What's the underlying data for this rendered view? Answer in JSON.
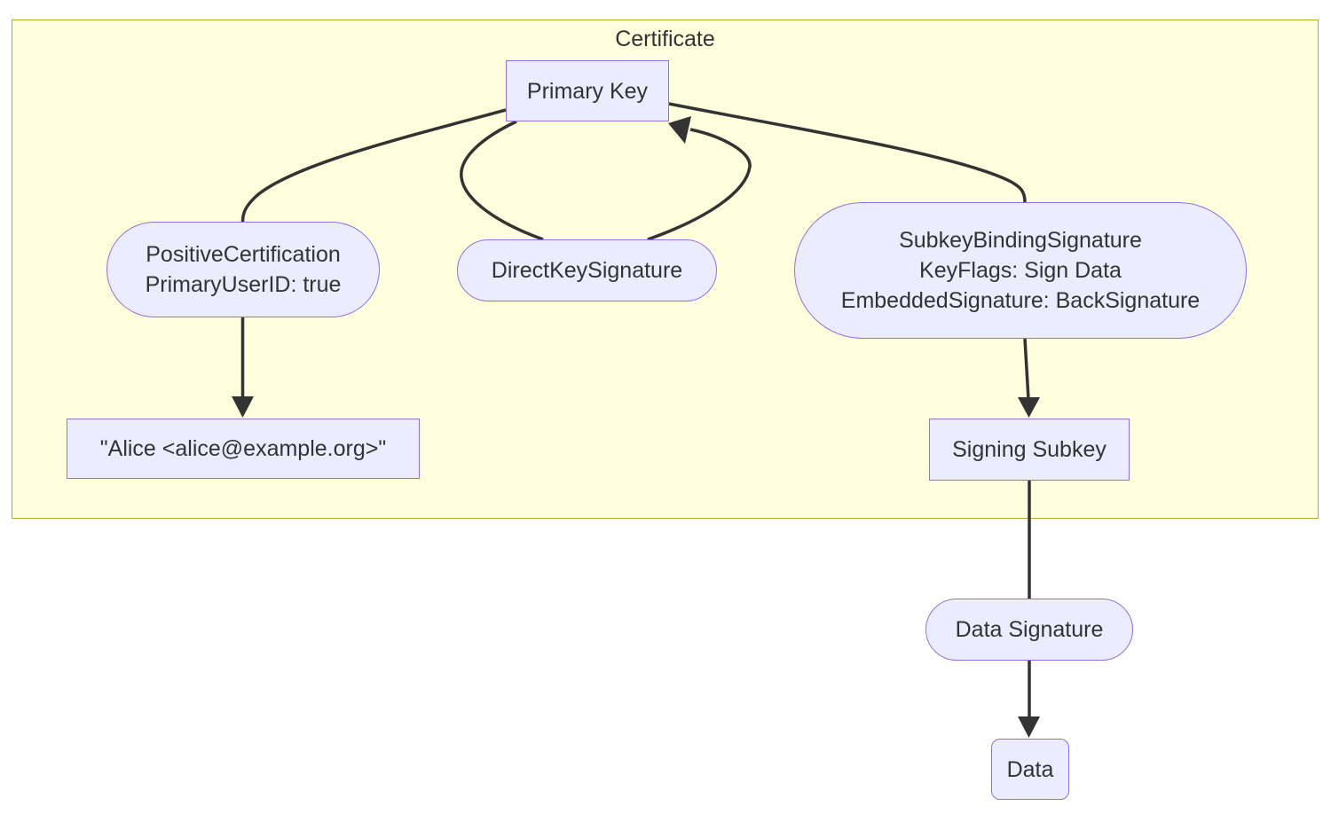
{
  "cluster": {
    "label": "Certificate"
  },
  "nodes": {
    "primary_key": {
      "label": "Primary Key",
      "shape": "rect"
    },
    "positive_certification": {
      "lines": [
        "PositiveCertification",
        "PrimaryUserID: true"
      ],
      "shape": "stadium"
    },
    "direct_key_signature": {
      "label": "DirectKeySignature",
      "shape": "stadium"
    },
    "subkey_binding_signature": {
      "lines": [
        "SubkeyBindingSignature",
        "KeyFlags: Sign Data",
        "EmbeddedSignature: BackSignature"
      ],
      "shape": "stadium"
    },
    "user_id": {
      "label": "\"Alice <alice@example.org>\"",
      "shape": "rect"
    },
    "signing_subkey": {
      "label": "Signing Subkey",
      "shape": "rect"
    },
    "data_signature": {
      "label": "Data Signature",
      "shape": "stadium"
    },
    "data": {
      "label": "Data",
      "shape": "rounded-rect"
    }
  },
  "edges": [
    {
      "from": "primary_key",
      "to": "positive_certification",
      "arrowhead": false
    },
    {
      "from": "positive_certification",
      "to": "user_id",
      "arrowhead": true
    },
    {
      "from": "primary_key",
      "to": "direct_key_signature",
      "arrowhead": false
    },
    {
      "from": "direct_key_signature",
      "to": "primary_key",
      "arrowhead": true
    },
    {
      "from": "primary_key",
      "to": "subkey_binding_signature",
      "arrowhead": false
    },
    {
      "from": "subkey_binding_signature",
      "to": "signing_subkey",
      "arrowhead": true
    },
    {
      "from": "signing_subkey",
      "to": "data_signature",
      "arrowhead": false
    },
    {
      "from": "data_signature",
      "to": "data",
      "arrowhead": true
    }
  ],
  "colors": {
    "node_fill": "#ECECFF",
    "node_border": "#9370DB",
    "cluster_fill": "#FFFFDE",
    "cluster_border": "#AAAA33",
    "edge": "#333333",
    "text": "#333333",
    "background": "#FFFFFF"
  }
}
